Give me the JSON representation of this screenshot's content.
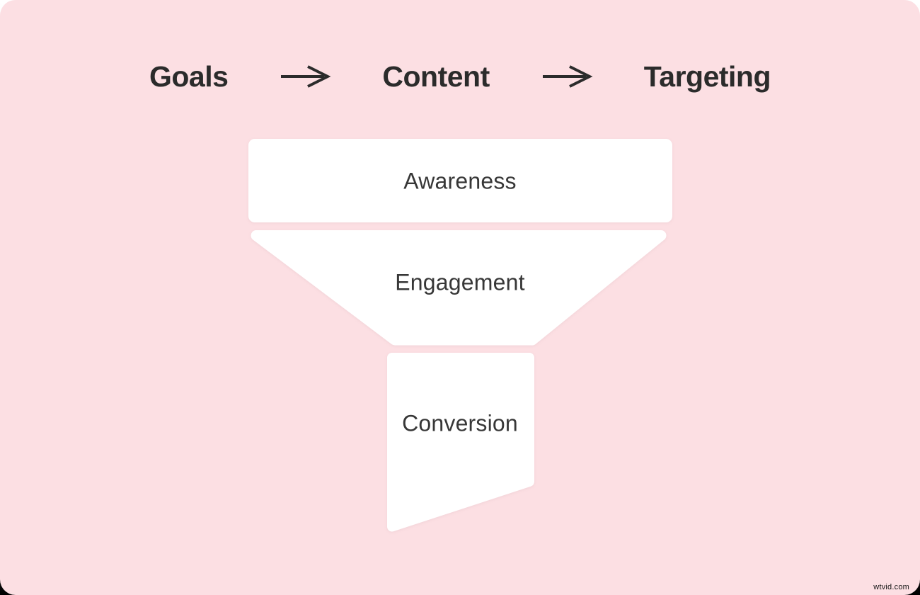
{
  "header": {
    "steps": [
      {
        "label": "Goals"
      },
      {
        "label": "Content"
      },
      {
        "label": "Targeting"
      }
    ],
    "separator_icon": "arrow-right",
    "separator_glyph": "→"
  },
  "funnel": {
    "stages": [
      {
        "label": "Awareness"
      },
      {
        "label": "Engagement"
      },
      {
        "label": "Conversion"
      }
    ]
  },
  "watermark": "wtvid.com",
  "colors": {
    "canvas_background": "#FCDFE3",
    "stage_fill": "#FFFFFF",
    "heading_text": "#2B2B2B",
    "stage_text": "#373737",
    "arrow_stroke": "#2B2B2B"
  }
}
